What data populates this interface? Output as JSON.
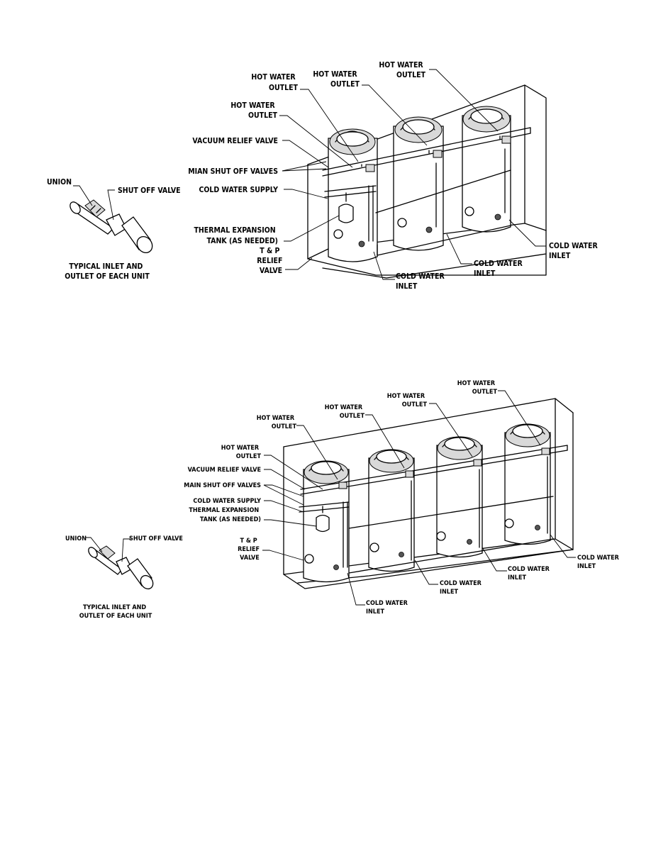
{
  "diagram1": {
    "labels": {
      "hot_water_outlet_a": [
        "HOT WATER",
        "OUTLET"
      ],
      "hot_water_outlet_b": [
        "HOT WATER",
        "OUTLET"
      ],
      "hot_water_outlet_c": [
        "HOT WATER",
        "OUTLET"
      ],
      "hot_water_outlet_d": [
        "HOT WATER",
        "OUTLET"
      ],
      "vacuum_relief_valve": "VACUUM RELIEF VALVE",
      "main_shut_off_valves": "MIAN SHUT OFF VALVES",
      "cold_water_supply": "COLD WATER SUPPLY",
      "thermal_expansion_tank": [
        "THERMAL EXPANSION",
        "TANK (AS NEEDED)"
      ],
      "tp_relief_valve": [
        "T & P",
        "RELIEF",
        "VALVE"
      ],
      "cold_water_inlet_a": [
        "COLD WATER",
        "INLET"
      ],
      "cold_water_inlet_b": [
        "COLD WATER",
        "INLET"
      ],
      "cold_water_inlet_c": [
        "COLD WATER",
        "INLET"
      ],
      "union": "UNION",
      "shut_off_valve": "SHUT OFF VALVE",
      "typical": [
        "TYPICAL INLET AND",
        "OUTLET OF EACH UNIT"
      ]
    }
  },
  "diagram2": {
    "labels": {
      "hot_water_outlet_a": [
        "HOT WATER",
        "OUTLET"
      ],
      "hot_water_outlet_b": [
        "HOT WATER",
        "OUTLET"
      ],
      "hot_water_outlet_c": [
        "HOT WATER",
        "OUTLET"
      ],
      "hot_water_outlet_d": [
        "HOT WATER",
        "OUTLET"
      ],
      "hot_water_outlet_e": [
        "HOT WATER",
        "OUTLET"
      ],
      "vacuum_relief_valve": "VACUUM RELIEF VALVE",
      "main_shut_off_valves": "MAIN SHUT OFF VALVES",
      "cold_water_supply": "COLD WATER SUPPLY",
      "thermal_expansion_tank": [
        "THERMAL EXPANSION",
        "TANK (AS NEEDED)"
      ],
      "tp_relief_valve": [
        "T & P",
        "RELIEF",
        "VALVE"
      ],
      "cold_water_inlet_a": [
        "COLD WATER",
        "INLET"
      ],
      "cold_water_inlet_b": [
        "COLD WATER",
        "INLET"
      ],
      "cold_water_inlet_c": [
        "COLD WATER",
        "INLET"
      ],
      "cold_water_inlet_d": [
        "COLD WATER",
        "INLET"
      ],
      "union": "UNION",
      "shut_off_valve": "SHUT OFF VALVE",
      "typical": [
        "TYPICAL INLET AND",
        "OUTLET OF EACH UNIT"
      ]
    }
  }
}
